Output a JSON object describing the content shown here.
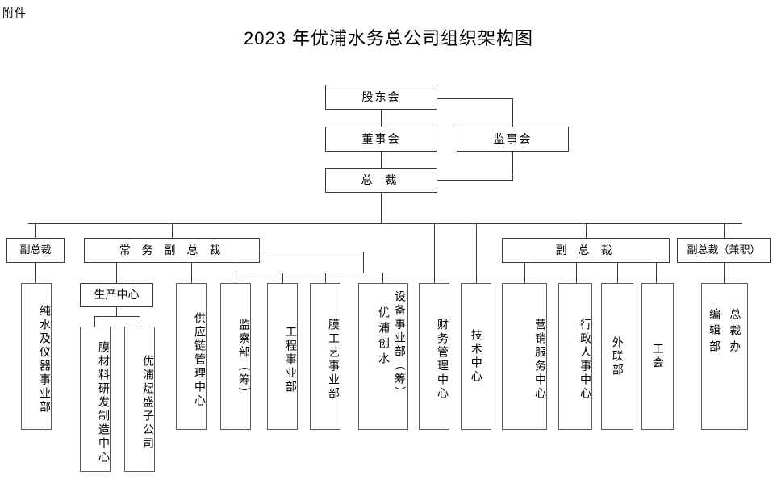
{
  "document": {
    "attachment_label": "附件",
    "title": "2023 年优浦水务总公司组织架构图"
  },
  "chart_data": {
    "type": "diagram",
    "title": "2023 年优浦水务总公司组织架构图",
    "nodes": {
      "shareholders": "股东会",
      "board": "董事会",
      "supervisors": "监事会",
      "president": "总  裁",
      "vp_left": "副总裁",
      "evp": "常 务 副 总 裁",
      "vp_right": "副 总 裁",
      "vp_concurrent": "副总裁（兼职）",
      "production_center": "生产中心",
      "pure_water_div": "纯水及仪器事业部",
      "membrane_rd": "膜材料研发制造中心",
      "youpu_yusheng": "优浦煜盛子公司",
      "supply_chain": "供应链管理中心",
      "supervision_dept": "监察部（筹）",
      "engineering_div": "工程事业部",
      "membrane_process_div": "膜工艺事业部",
      "equipment_div": "设备事业部（筹）",
      "youpu_chuangshui": "优浦创水",
      "finance_center": "财务管理中心",
      "technology_center": "技术中心",
      "marketing_center": "营销服务中心",
      "hr_admin_center": "行政人事中心",
      "liaison_dept": "外联部",
      "labor_union": "工会",
      "president_office": "总裁办",
      "editorial_dept": "编辑部"
    },
    "edges": [
      {
        "from": "股东会",
        "to": "董事会"
      },
      {
        "from": "股东会",
        "to": "监事会"
      },
      {
        "from": "董事会",
        "to": "总  裁"
      },
      {
        "from": "监事会",
        "to": "总  裁"
      },
      {
        "from": "总  裁",
        "to": "副总裁"
      },
      {
        "from": "总  裁",
        "to": "常 务 副 总 裁"
      },
      {
        "from": "总  裁",
        "to": "副 总 裁"
      },
      {
        "from": "总  裁",
        "to": "副总裁（兼职）"
      },
      {
        "from": "总  裁",
        "to": "财务管理中心"
      },
      {
        "from": "总  裁",
        "to": "技术中心"
      },
      {
        "from": "副总裁",
        "to": "纯水及仪器事业部"
      },
      {
        "from": "常 务 副 总 裁",
        "to": "生产中心"
      },
      {
        "from": "常 务 副 总 裁",
        "to": "供应链管理中心"
      },
      {
        "from": "常 务 副 总 裁",
        "to": "监察部（筹）"
      },
      {
        "from": "常 务 副 总 裁",
        "to": "工程事业部"
      },
      {
        "from": "常 务 副 总 裁",
        "to": "膜工艺事业部"
      },
      {
        "from": "常 务 副 总 裁",
        "to": "设备事业部（筹）"
      },
      {
        "from": "生产中心",
        "to": "膜材料研发制造中心"
      },
      {
        "from": "生产中心",
        "to": "优浦煜盛子公司"
      },
      {
        "from": "副 总 裁",
        "to": "营销服务中心"
      },
      {
        "from": "副 总 裁",
        "to": "行政人事中心"
      },
      {
        "from": "副 总 裁",
        "to": "外联部"
      },
      {
        "from": "副 总 裁",
        "to": "工会"
      },
      {
        "from": "副总裁（兼职）",
        "to": "总裁办"
      }
    ],
    "colors": {
      "line": "#3b3b3b",
      "background": "#ffffff",
      "text": "#000000"
    }
  }
}
